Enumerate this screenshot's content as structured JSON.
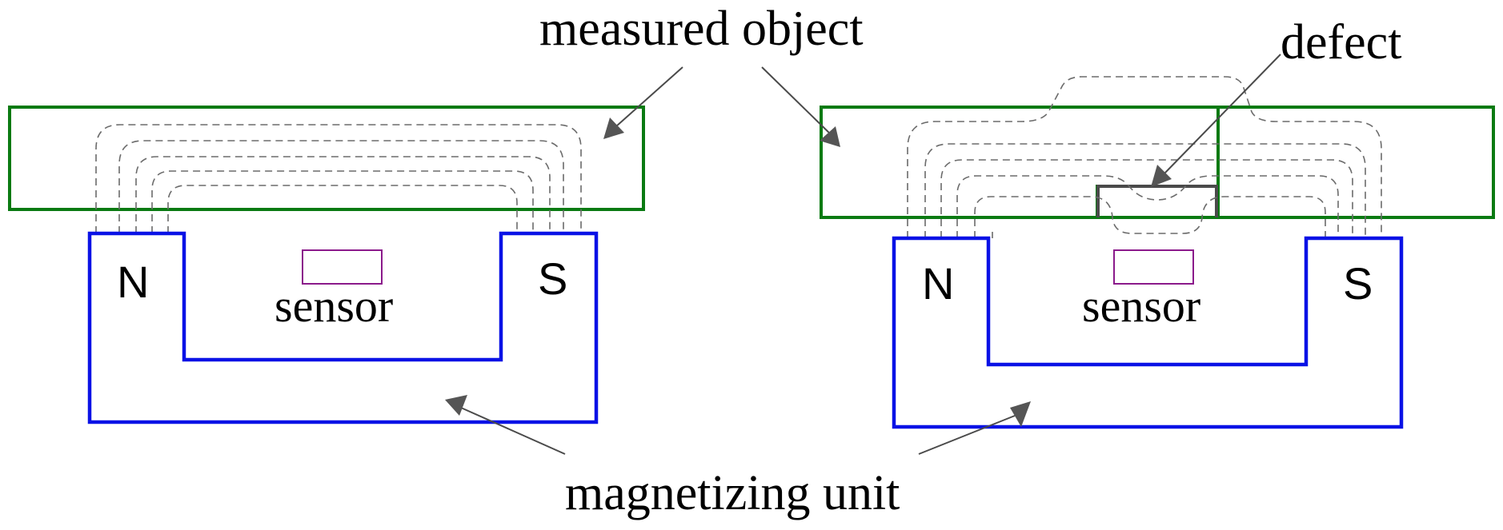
{
  "labels": {
    "measured_object": "measured object",
    "defect": "defect",
    "magnetizing_unit": "magnetizing unit",
    "sensor": "sensor",
    "north_pole": "N",
    "south_pole": "S"
  },
  "colors": {
    "measured_object": "#0a7a12",
    "magnetizing_unit": "#0a12e6",
    "sensor": "#8b1a8b",
    "flux_lines": "#6b6b6b",
    "defect_outline": "#4a4a4a",
    "pointer": "#4a4a4a"
  },
  "panels": [
    {
      "id": "without-defect",
      "has_defect": false
    },
    {
      "id": "with-defect",
      "has_defect": true
    }
  ]
}
